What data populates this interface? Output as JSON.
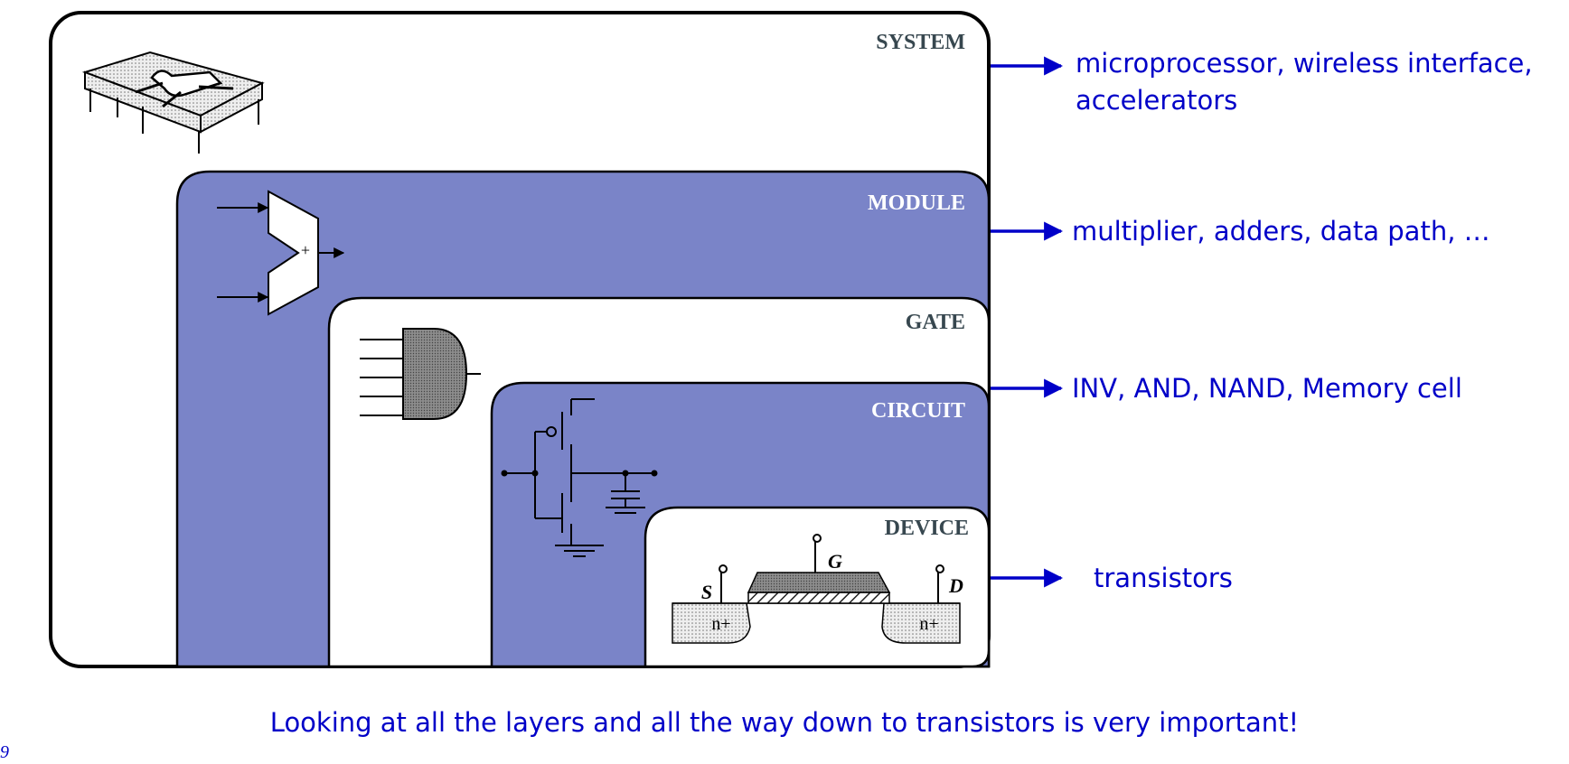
{
  "levels": {
    "system": {
      "label": "SYSTEM"
    },
    "module": {
      "label": "MODULE"
    },
    "gate": {
      "label": "GATE"
    },
    "circuit": {
      "label": "CIRCUIT"
    },
    "device": {
      "label": "DEVICE"
    }
  },
  "device_labels": {
    "source": "S",
    "gate": "G",
    "drain": "D",
    "n_plus": "n+"
  },
  "adder_symbol": "+",
  "descriptions": {
    "system_line1": "microprocessor, wireless interface,",
    "system_line2": "accelerators",
    "module": "multiplier, adders, data path, …",
    "circuit": "INV, AND, NAND, Memory cell",
    "device": "transistors"
  },
  "footer": "Looking at all the layers and all the way down to transistors is very important!",
  "page_number": "9",
  "colors": {
    "panel_fill": "#7a84c8",
    "panel_outline": "#000000",
    "dark_label": "#37474f",
    "light_label": "#ffffff",
    "arrow": "#0000c8"
  }
}
